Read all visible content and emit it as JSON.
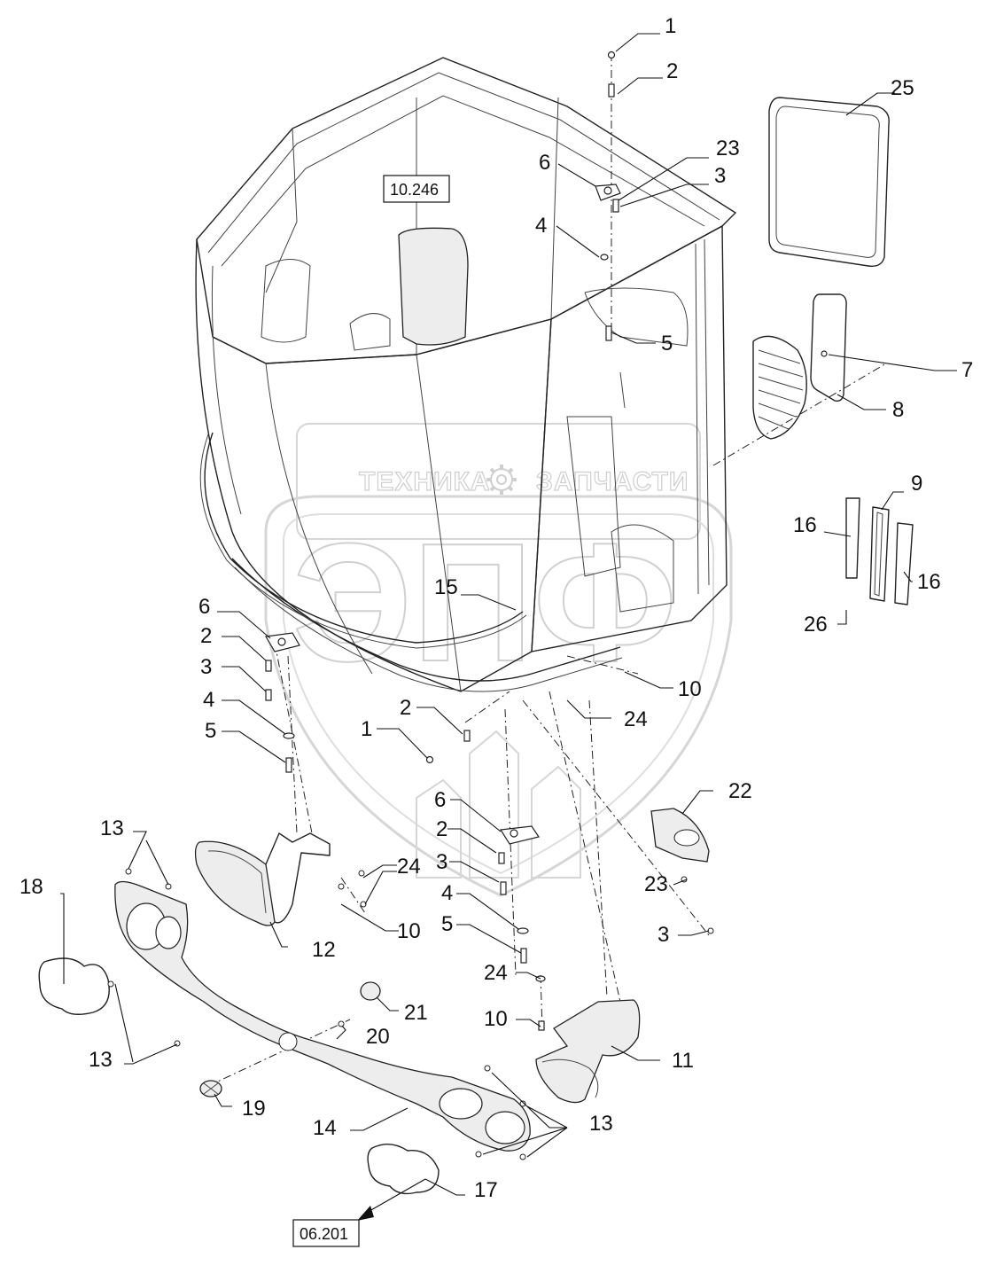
{
  "callouts": {
    "c1_top": "1",
    "c2_top": "2",
    "c25": "25",
    "c23_top": "23",
    "c3_top": "3",
    "c6_top": "6",
    "c4_top": "4",
    "c5_top": "5",
    "c7": "7",
    "c8": "8",
    "c9": "9",
    "c16_left": "16",
    "c16_right": "16",
    "c26": "26",
    "c15": "15",
    "c10_mid": "10",
    "c24_mid": "24",
    "c6_left": "6",
    "c2_left": "2",
    "c3_left": "3",
    "c4_left": "4",
    "c5_left": "5",
    "c2_center": "2",
    "c1_center": "1",
    "c6_center": "6",
    "c2_center_b": "2",
    "c3_center": "3",
    "c4_center": "4",
    "c5_center": "5",
    "c24_center": "24",
    "c10_center": "10",
    "c22": "22",
    "c23_right": "23",
    "c3_right": "3",
    "c13_a": "13",
    "c18": "18",
    "c24_left": "24",
    "c10_left": "10",
    "c12": "12",
    "c13_b": "13",
    "c20": "20",
    "c21": "21",
    "c11": "11",
    "c19": "19",
    "c14": "14",
    "c13_c": "13",
    "c17": "17"
  },
  "refs": {
    "cab_ref": "10.246",
    "nav_ref": "06.201"
  },
  "watermark": {
    "text_left": "ТЕХНИКА",
    "text_right": "ЗАПЧАСТИ",
    "logo": "ЭПФ",
    "gear_icon": "gear-icon"
  },
  "colors": {
    "line": "#222222",
    "watermark": "#cfcfcf",
    "background": "#ffffff"
  }
}
